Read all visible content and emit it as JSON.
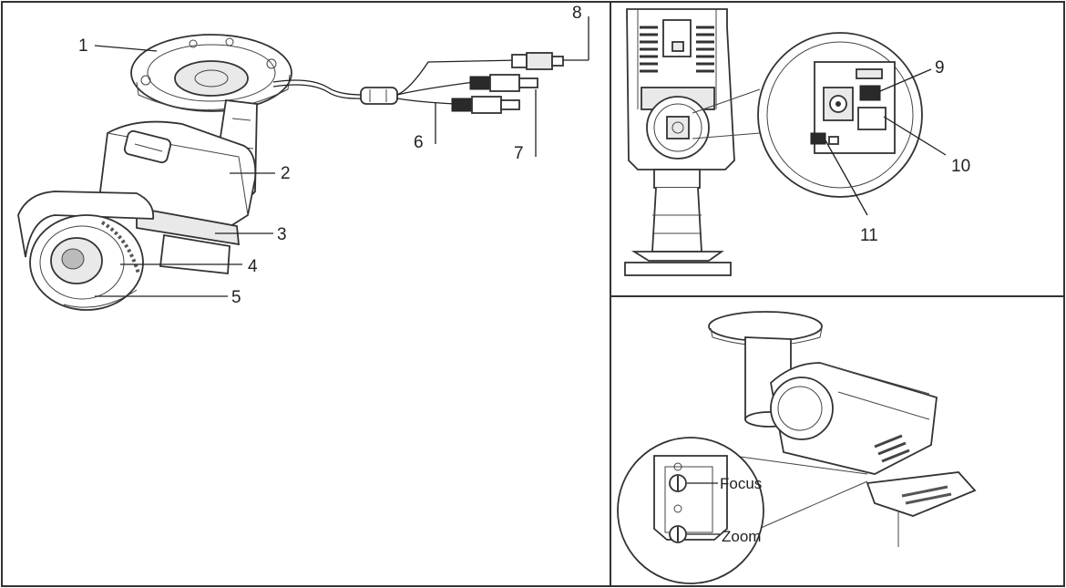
{
  "callouts": {
    "c1": "1",
    "c2": "2",
    "c3": "3",
    "c4": "4",
    "c5": "5",
    "c6": "6",
    "c7": "7",
    "c8": "8",
    "c9": "9",
    "c10": "10",
    "c11": "11"
  },
  "adjusters": {
    "focus": "Focus",
    "zoom": "Zoom"
  }
}
